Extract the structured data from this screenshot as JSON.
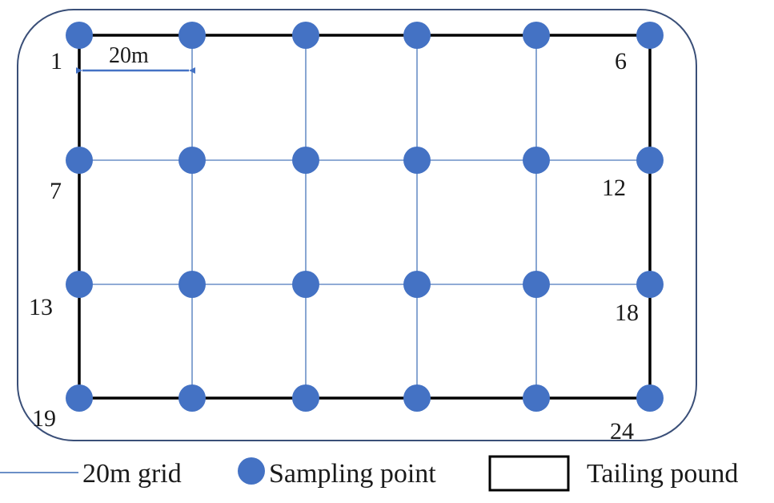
{
  "diagram": {
    "grid": {
      "columns": 6,
      "rows": 4,
      "spacing_label": "20m"
    },
    "point_labels": [
      {
        "index": 1,
        "text": "1"
      },
      {
        "index": 6,
        "text": "6"
      },
      {
        "index": 7,
        "text": "7"
      },
      {
        "index": 12,
        "text": "12"
      },
      {
        "index": 13,
        "text": "13"
      },
      {
        "index": 18,
        "text": "18"
      },
      {
        "index": 19,
        "text": "19"
      },
      {
        "index": 24,
        "text": "24"
      }
    ],
    "colors": {
      "sampling_point": "#4472c4",
      "grid_line": "#6b8fc7",
      "pound_border": "#000000",
      "outline": "#3a4f78",
      "dimension_arrow": "#4472c4"
    }
  },
  "legend": {
    "grid_label": "20m grid",
    "point_label": "Sampling point",
    "pound_label": "Tailing pound"
  }
}
